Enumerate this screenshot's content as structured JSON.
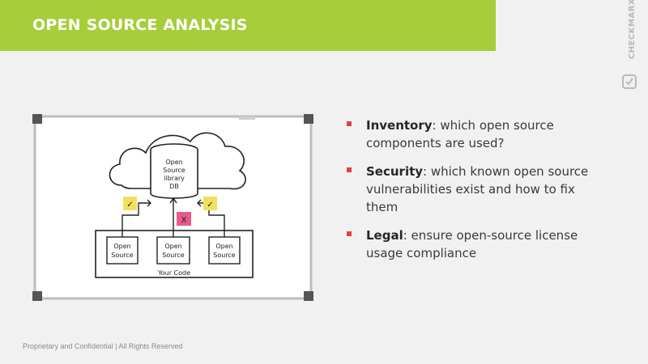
{
  "slide": {
    "title": "OPEN SOURCE ANALYSIS",
    "brand_name": "CHECKMARX",
    "footer": "Proprietary and Confidential | All Rights Reserved"
  },
  "diagram": {
    "db_line1": "Open",
    "db_line2": "Source",
    "db_line3": "library",
    "db_line4": "DB",
    "box1_line1": "Open",
    "box1_line2": "Source",
    "box2_line1": "Open",
    "box2_line2": "Source",
    "box3_line1": "Open",
    "box3_line2": "Source",
    "container_label": "Your Code",
    "check_mark_left": "✓",
    "x_mark": "X",
    "check_mark_right": "✓"
  },
  "bullets": [
    {
      "term": "Inventory",
      "desc": ": which open source components are used?"
    },
    {
      "term": "Security",
      "desc": ": which known open source vulnerabilities exist and how to fix them"
    },
    {
      "term": "Legal",
      "desc": ": ensure open-source license usage compliance"
    }
  ],
  "colors": {
    "accent": "#a6cd3a",
    "bullet": "#e04040",
    "check_note": "#f0e060",
    "x_note": "#e85a8a"
  }
}
